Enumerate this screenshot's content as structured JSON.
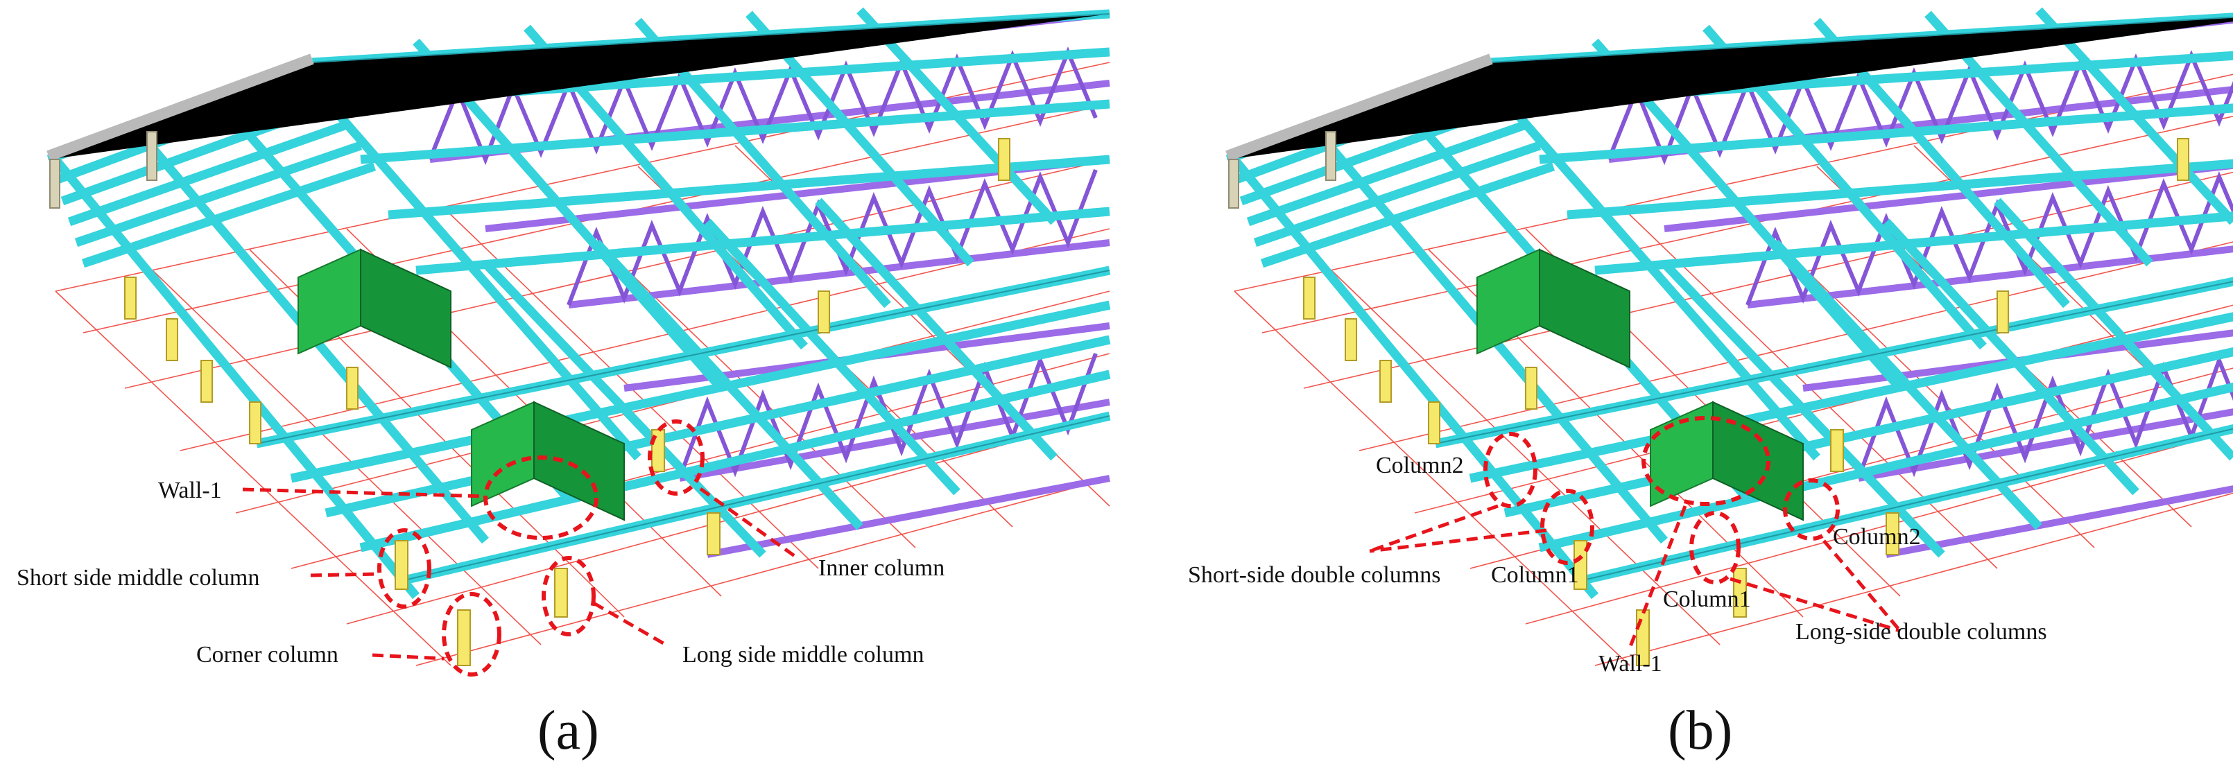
{
  "panels": [
    {
      "id": "a",
      "caption": "(a)",
      "labels": {
        "wall": "Wall-1",
        "short_side": "Short side middle column",
        "corner": "Corner column",
        "inner": "Inner column",
        "long_side": "Long side middle column"
      }
    },
    {
      "id": "b",
      "caption": "(b)",
      "labels": {
        "column2_left": "Column2",
        "short_side_double": "Short-side double columns",
        "column1_left": "Column1",
        "column1_right": "Column1",
        "column2_right": "Column2",
        "long_side_double": "Long-side double columns",
        "wall": "Wall-1"
      }
    }
  ],
  "colors": {
    "beam": "#35d3dc",
    "truss": "#9b6be8",
    "wall": "#27b84c",
    "column": "#f5e86b",
    "grid": "#f1554d",
    "annotation": "#e8141b"
  }
}
